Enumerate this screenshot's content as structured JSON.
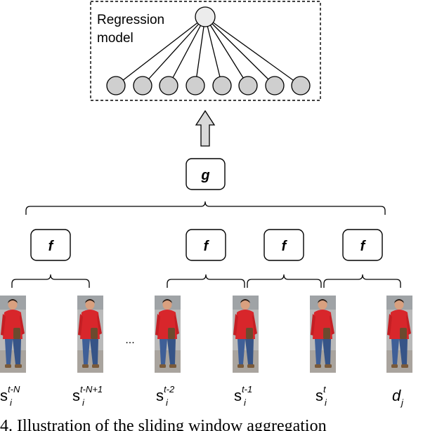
{
  "model": {
    "label_line1": "Regression",
    "label_line2": "model"
  },
  "functions": {
    "g": "g",
    "f": "f"
  },
  "ellipsis": "...",
  "crops": [
    {
      "base": "s",
      "sub": "i",
      "sup": "t-N"
    },
    {
      "base": "s",
      "sub": "i",
      "sup": "t-N+1"
    },
    {
      "base": "s",
      "sub": "i",
      "sup": "t-2"
    },
    {
      "base": "s",
      "sub": "i",
      "sup": "t-1"
    },
    {
      "base": "s",
      "sub": "i",
      "sup": "t"
    },
    {
      "base": "d",
      "sub": "j",
      "sup": ""
    }
  ],
  "caption": "4. Illustration of the sliding window aggregation",
  "colors": {
    "node_fill": "#cfcfcf",
    "jacket": "#d8262b",
    "jeans": "#3f5f97",
    "skin": "#d9a07f",
    "hair": "#2a1d16",
    "arrow_fill": "#d9d9d9"
  }
}
